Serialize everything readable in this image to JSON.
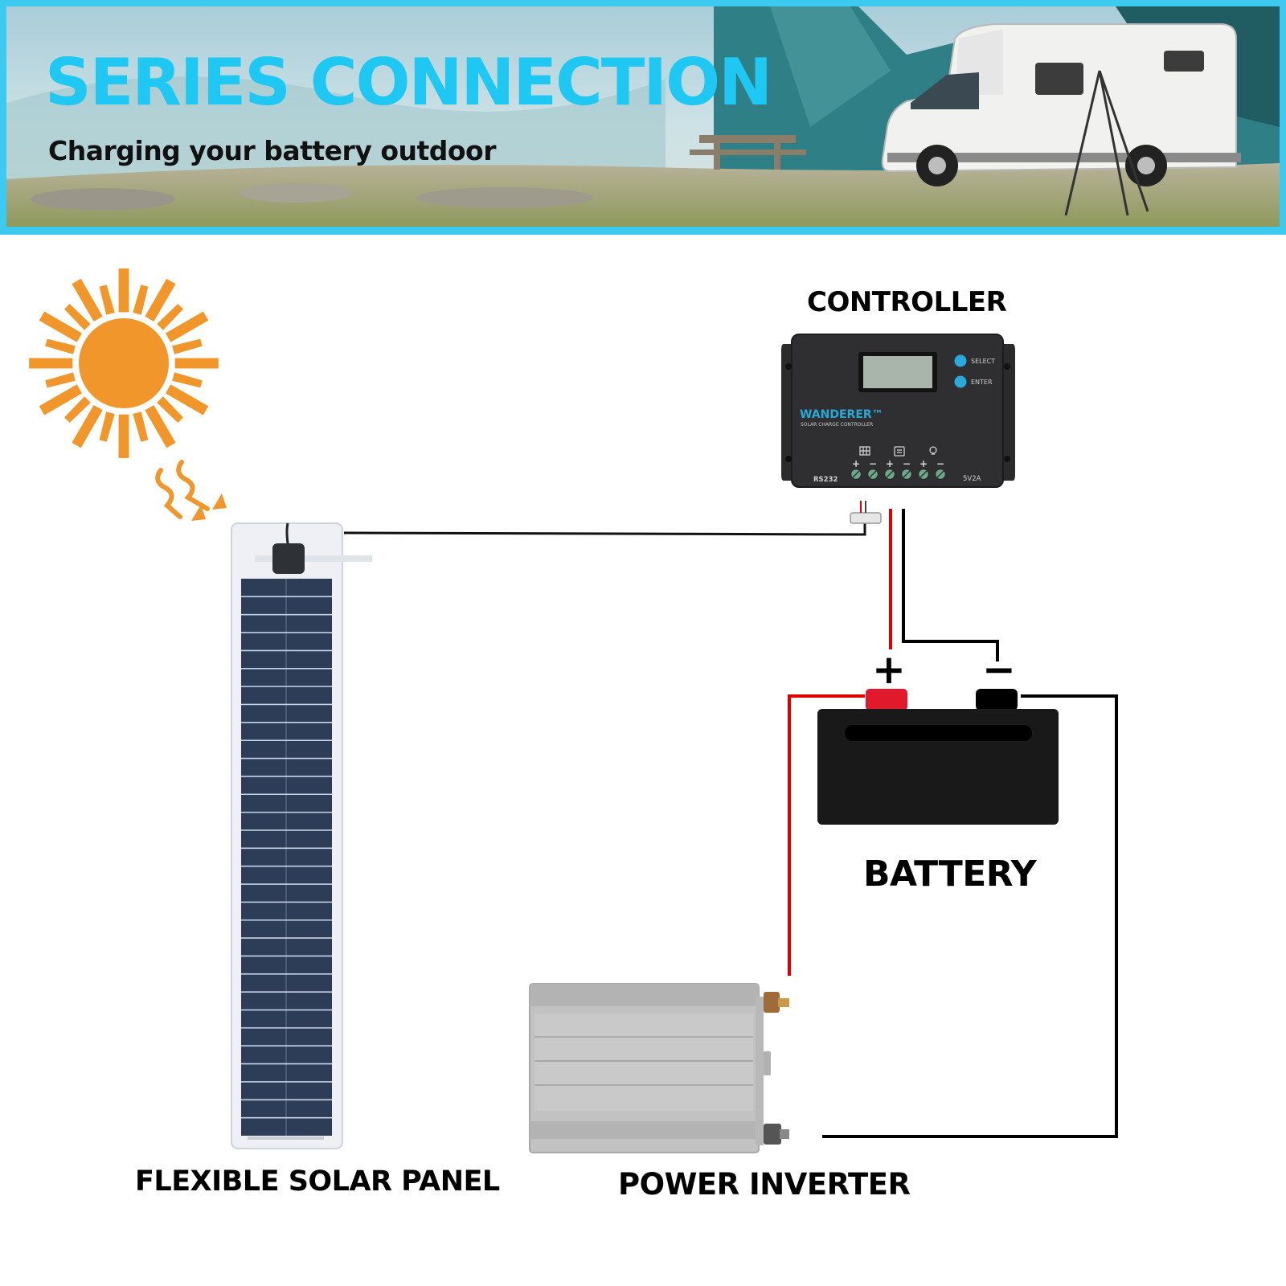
{
  "banner": {
    "title": "SERIES CONNECTION",
    "subtitle": "Charging your battery outdoor",
    "title_color": "#1ec8f2",
    "border_color": "#3ccaf0"
  },
  "controller": {
    "label": "CONTROLLER",
    "brand": "WANDERER™",
    "brand_sub": "SOLAR CHARGE CONTROLLER",
    "button_select": "SELECT",
    "button_enter": "ENTER",
    "port_left": "RS232",
    "port_right": "5V2A",
    "terminal_signs": [
      "+",
      "−",
      "+",
      "−",
      "+",
      "−"
    ]
  },
  "battery": {
    "label": "BATTERY",
    "positive_sign": "+",
    "negative_sign": "−"
  },
  "solar_panel": {
    "label": "FLEXIBLE SOLAR PANEL"
  },
  "inverter": {
    "label": "POWER INVERTER"
  },
  "colors": {
    "sun": "#f0962a",
    "positive_wire": "#e00000",
    "negative_wire": "#000000",
    "panel_cells": "#2d3d58"
  }
}
